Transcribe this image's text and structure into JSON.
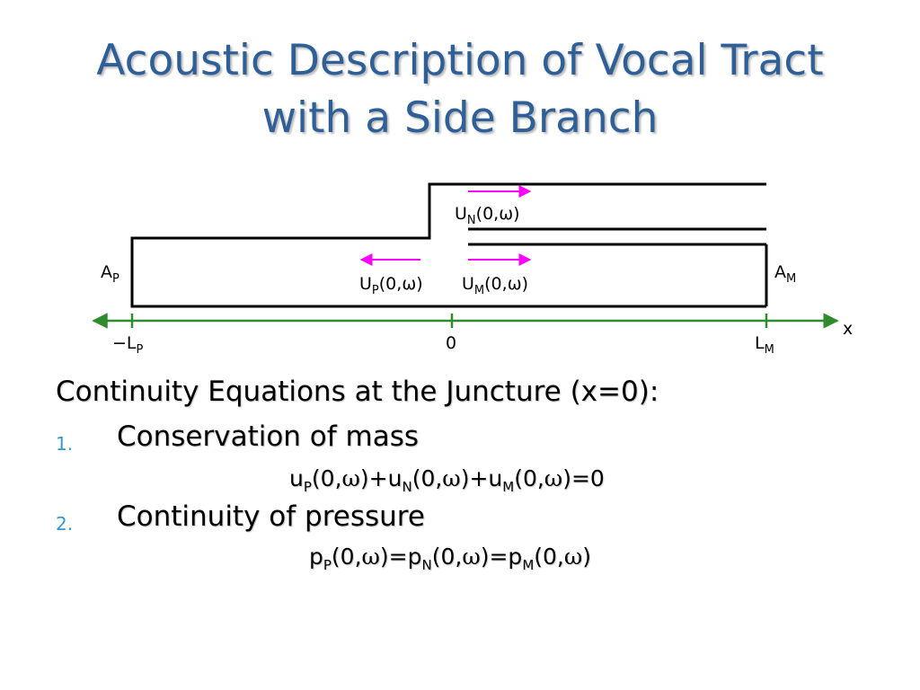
{
  "slide": {
    "title_line1": "Acoustic Description of Vocal Tract",
    "title_line2": "with a Side Branch",
    "accent_color": "#2f5f97"
  },
  "diagram": {
    "area_labels": {
      "left": "A",
      "left_sub": "P",
      "right": "A",
      "right_sub": "M"
    },
    "flow_labels": {
      "branch": {
        "base": "U",
        "sub": "N",
        "arg": "(0,",
        "omega": "ω",
        "close": ")"
      },
      "left": {
        "base": "U",
        "sub": "P",
        "arg": "(0,",
        "omega": "ω",
        "close": ")"
      },
      "right": {
        "base": "U",
        "sub": "M",
        "arg": "(0,",
        "omega": "ω",
        "close": ")"
      }
    },
    "axis": {
      "name": "x",
      "tick_left": "−L",
      "tick_left_sub": "P",
      "tick_zero": "0",
      "tick_right": "L",
      "tick_right_sub": "M",
      "axis_color": "#2e8b2e"
    },
    "arrow_color": "#ff00ff"
  },
  "content": {
    "heading": "Continuity Equations at the Juncture (x=0):",
    "items": [
      {
        "number": "1.",
        "label": "Conservation of mass"
      },
      {
        "number": "2.",
        "label": "Continuity of pressure"
      }
    ],
    "equation1": {
      "t1": "u",
      "s1": "P",
      "a1": "(0,",
      "w1": "ω",
      "c1": ")+u",
      "s2": "N",
      "a2": "(0,",
      "w2": "ω",
      "c2": ")+u",
      "s3": "M",
      "a3": "(0,",
      "w3": "ω",
      "c3": ")=0"
    },
    "equation2": {
      "t1": "p",
      "s1": "P",
      "a1": "(0,",
      "w1": "ω",
      "c1": ")=p",
      "s2": "N",
      "a2": "(0,",
      "w2": "ω",
      "c2": ")=p",
      "s3": "M",
      "a3": "(0,",
      "w3": "ω",
      "c3": ")"
    }
  }
}
